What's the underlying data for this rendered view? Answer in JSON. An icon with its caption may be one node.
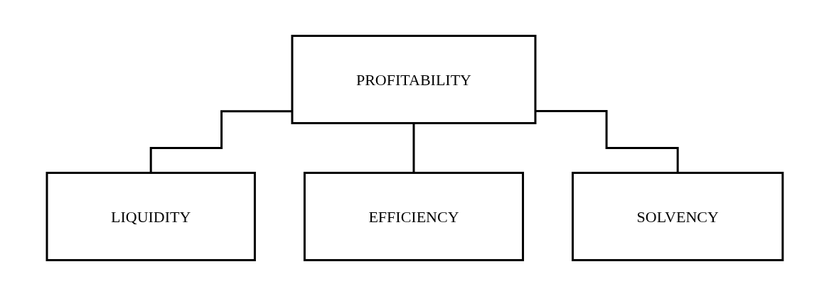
{
  "diagram": {
    "nodes": [
      {
        "text": [
          "PROFITABILITY"
        ]
      },
      {
        "text": [
          "LIQUIDITY"
        ]
      },
      {
        "text": [
          "EFFICIENCY"
        ]
      },
      {
        "text": [
          "SOLVENCY"
        ]
      }
    ],
    "edges": [
      {
        "from": 0,
        "to": 1,
        "arrow": "none"
      },
      {
        "from": 0,
        "to": 2,
        "arrow": "none"
      },
      {
        "from": 0,
        "to": 3,
        "arrow": "none"
      }
    ]
  }
}
